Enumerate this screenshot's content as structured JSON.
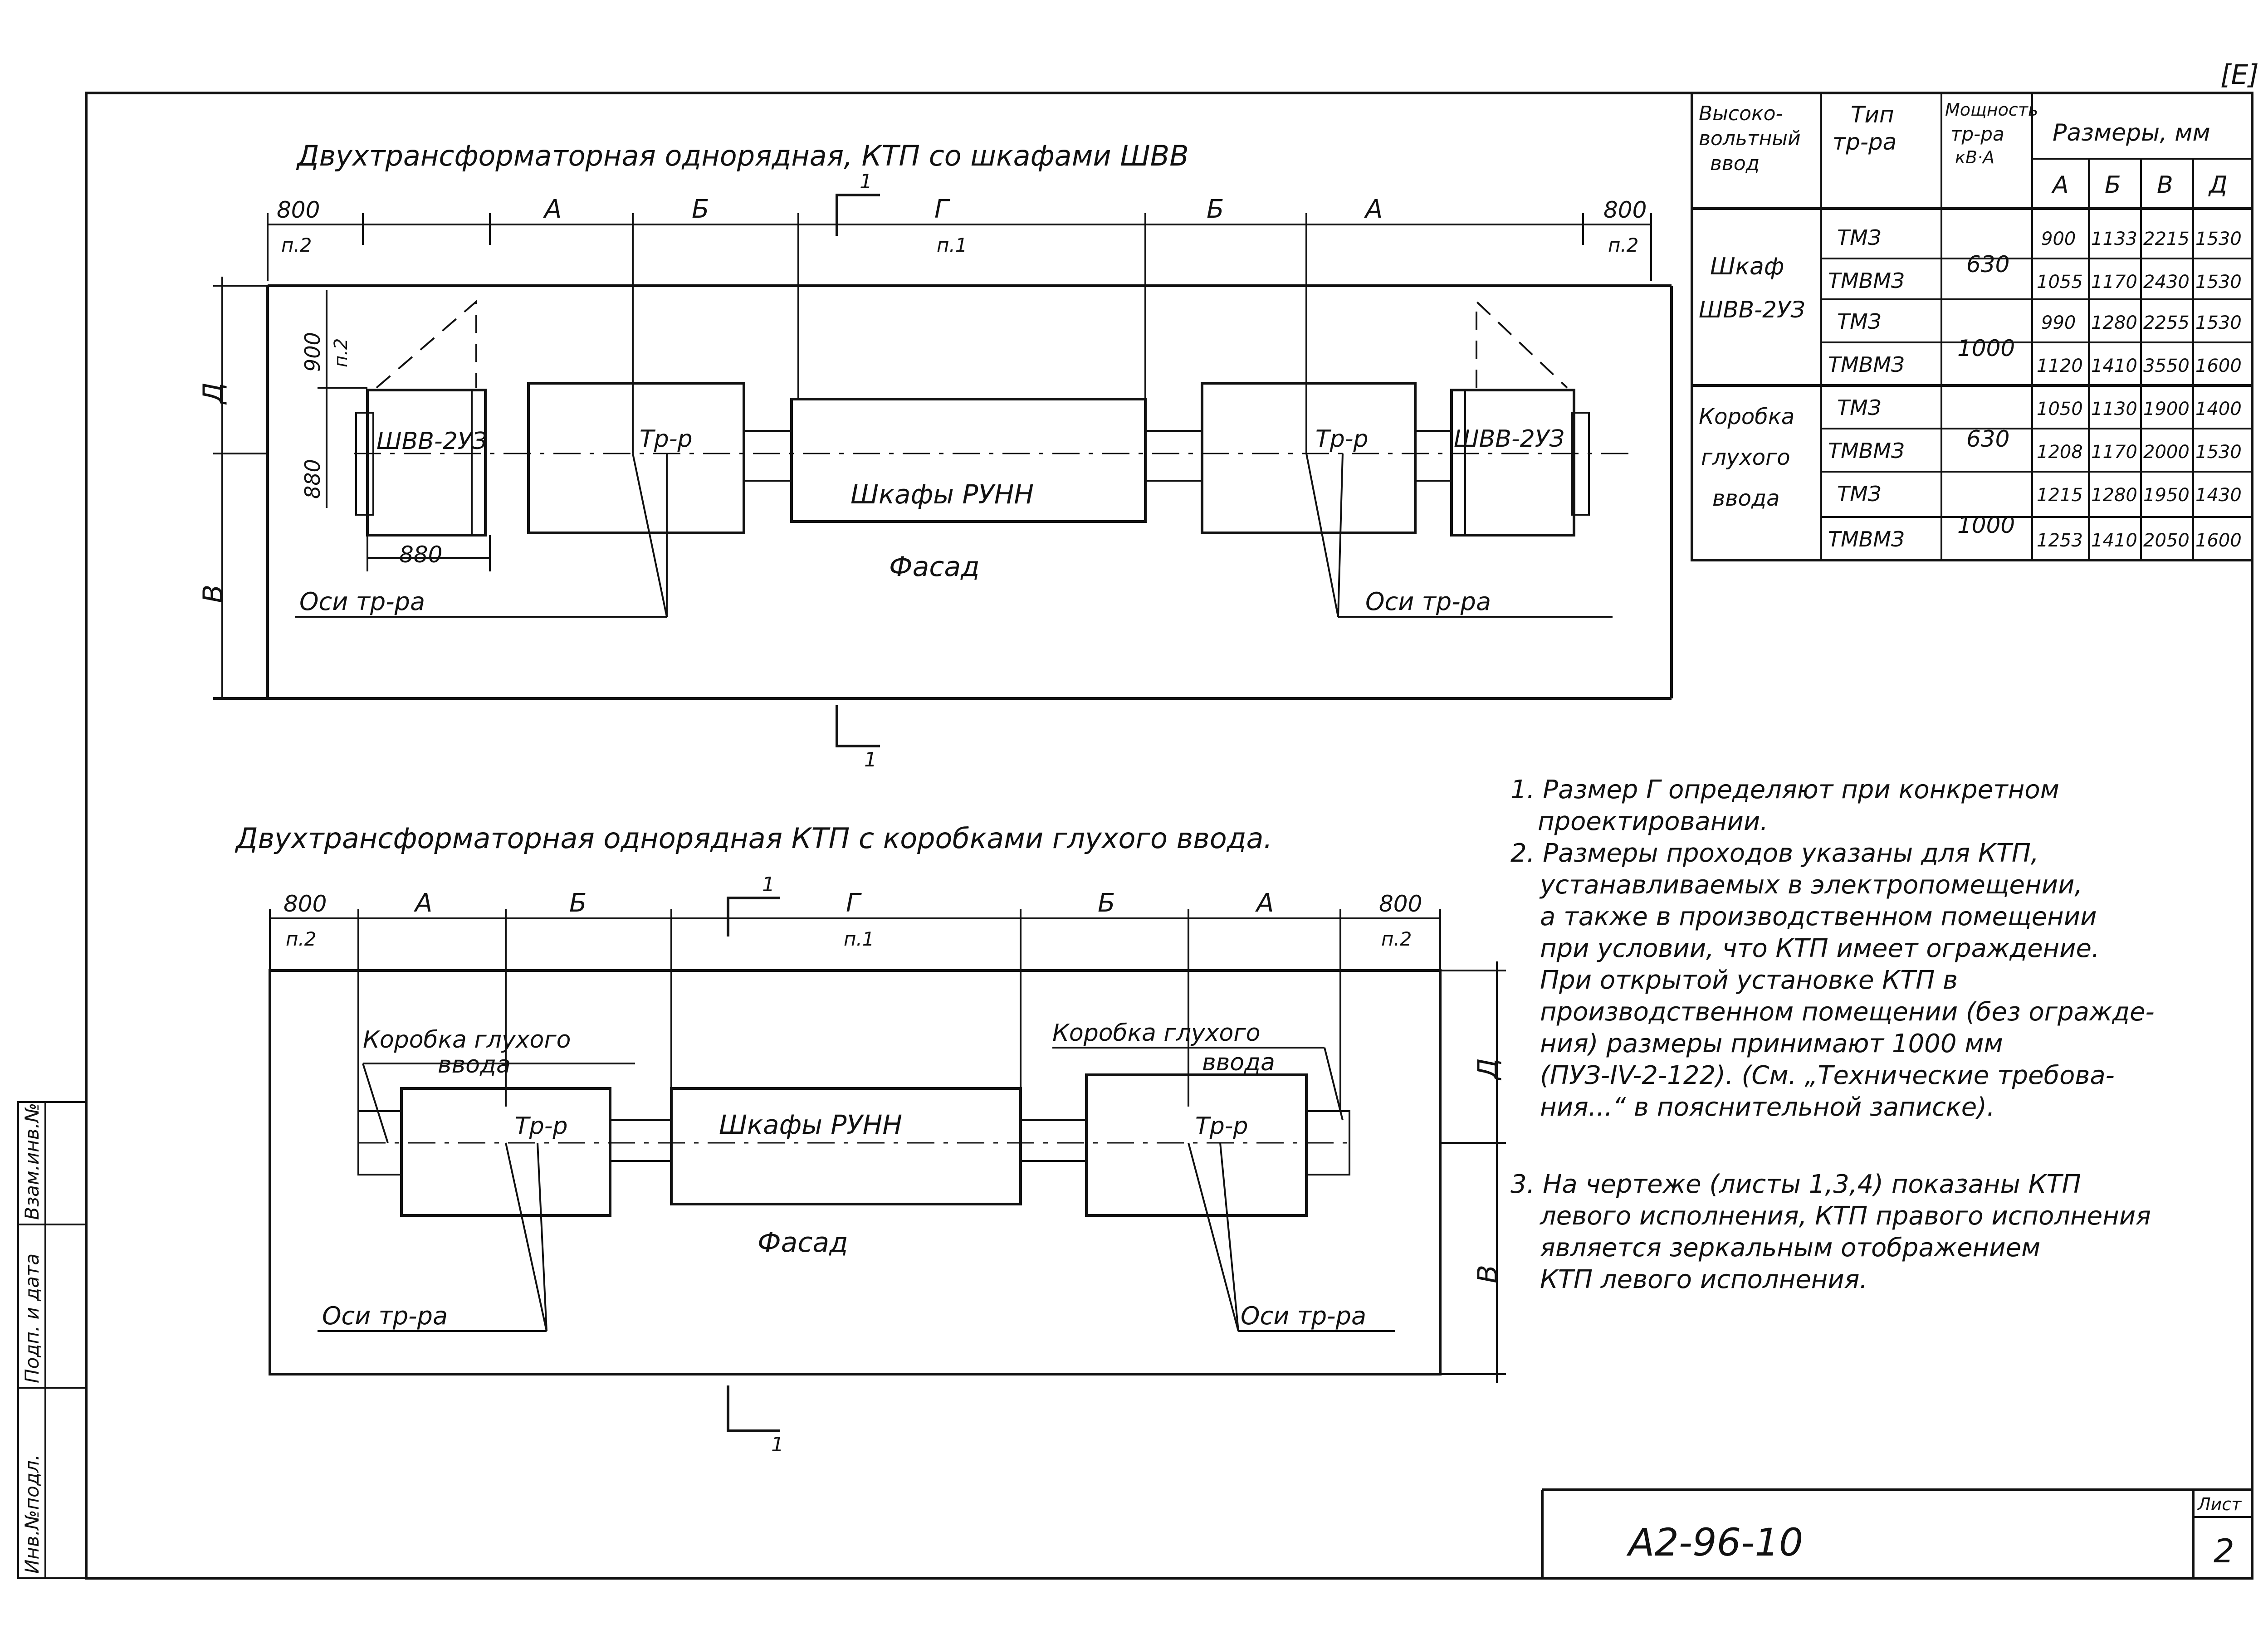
{
  "corner_mark": "[Е]",
  "top_drawing": {
    "title": "Двухтрансформаторная однорядная, КТП со шкафами ШВВ",
    "section_mark": "1",
    "dims_top": [
      "800",
      "п.2",
      "А",
      "Б",
      "Г",
      "п.1",
      "Б",
      "А",
      "800",
      "п.2"
    ],
    "dims_left": [
      "Д",
      "900",
      "п.2",
      "880",
      "В"
    ],
    "dim_bottom": "880",
    "cabinet_left": "ШВВ-2УЗ",
    "cabinet_right": "ШВВ-2УЗ",
    "transformer_left": "Тр-р",
    "transformer_right": "Тр-р",
    "center_block": "Шкафы РУНН",
    "facade": "Фасад",
    "axis_left": "Оси тр-ра",
    "axis_right": "Оси тр-ра"
  },
  "bottom_drawing": {
    "title": "Двухтрансформаторная однорядная КТП с коробками глухого ввода.",
    "section_mark": "1",
    "dims_top": [
      "800",
      "п.2",
      "А",
      "Б",
      "Г",
      "п.1",
      "Б",
      "А",
      "800",
      "п.2"
    ],
    "dims_right": [
      "Д",
      "В"
    ],
    "box_left_line1": "Коробка глухого",
    "box_left_line2": "ввода",
    "box_right_line1": "Коробка глухого",
    "box_right_line2": "ввода",
    "transformer_left": "Тр-р",
    "transformer_right": "Тр-р",
    "center_block": "Шкафы РУНН",
    "facade": "Фасад",
    "axis_left": "Оси тр-ра",
    "axis_right": "Оси тр-ра"
  },
  "table": {
    "headers": {
      "hv_input": [
        "Высоко-",
        "вольтный",
        "ввод"
      ],
      "type": [
        "Тип",
        "тр-ра"
      ],
      "power": [
        "Мощность",
        "тр-ра",
        "кВ·А"
      ],
      "sizes": "Размеры, мм",
      "size_cols": [
        "А",
        "Б",
        "В",
        "Д"
      ]
    },
    "groups": [
      {
        "hv_input": [
          "Шкаф",
          "ШВВ-2УЗ"
        ],
        "subgroups": [
          {
            "power": "630",
            "rows": [
              {
                "type": "ТМЗ",
                "values": [
                  "900",
                  "1133",
                  "2215",
                  "1530"
                ]
              },
              {
                "type": "ТМВМЗ",
                "values": [
                  "1055",
                  "1170",
                  "2430",
                  "1530"
                ]
              }
            ]
          },
          {
            "power": "1000",
            "rows": [
              {
                "type": "ТМЗ",
                "values": [
                  "990",
                  "1280",
                  "2255",
                  "1530"
                ]
              },
              {
                "type": "ТМВМЗ",
                "values": [
                  "1120",
                  "1410",
                  "3550",
                  "1600"
                ]
              }
            ]
          }
        ]
      },
      {
        "hv_input": [
          "Коробка",
          "глухого",
          "ввода"
        ],
        "subgroups": [
          {
            "power": "630",
            "rows": [
              {
                "type": "ТМЗ",
                "values": [
                  "1050",
                  "1130",
                  "1900",
                  "1400"
                ]
              },
              {
                "type": "ТМВМЗ",
                "values": [
                  "1208",
                  "1170",
                  "2000",
                  "1530"
                ]
              }
            ]
          },
          {
            "power": "1000",
            "rows": [
              {
                "type": "ТМЗ",
                "values": [
                  "1215",
                  "1280",
                  "1950",
                  "1430"
                ]
              },
              {
                "type": "ТМВМЗ",
                "values": [
                  "1253",
                  "1410",
                  "2050",
                  "1600"
                ]
              }
            ]
          }
        ]
      }
    ]
  },
  "notes": [
    "1. Размер Г определяют при конкретном",
    "проектировании.",
    "2. Размеры проходов указаны для КТП,",
    "устанавливаемых в электропомещении,",
    "а также в производственном помещении",
    "при условии, что КТП имеет ограждение.",
    "При открытой установке КТП в",
    "производственном помещении (без огражде-",
    "ния) размеры принимают 1000 мм",
    "(ПУЗ-IV-2-122). (См. „Технические требова-",
    "ния...“ в пояснительной записке).",
    "3. На чертеже (листы 1,3,4) показаны КТП",
    "левого исполнения, КТП правого исполнения",
    "является зеркальным отображением",
    "КТП левого исполнения."
  ],
  "left_margin": [
    "Инв.№подл.",
    "Подп. и дата",
    "Взам.инв.№"
  ],
  "title_block": {
    "code": "А2-96-10",
    "sheet_label": "Лист",
    "sheet_number": "2"
  }
}
